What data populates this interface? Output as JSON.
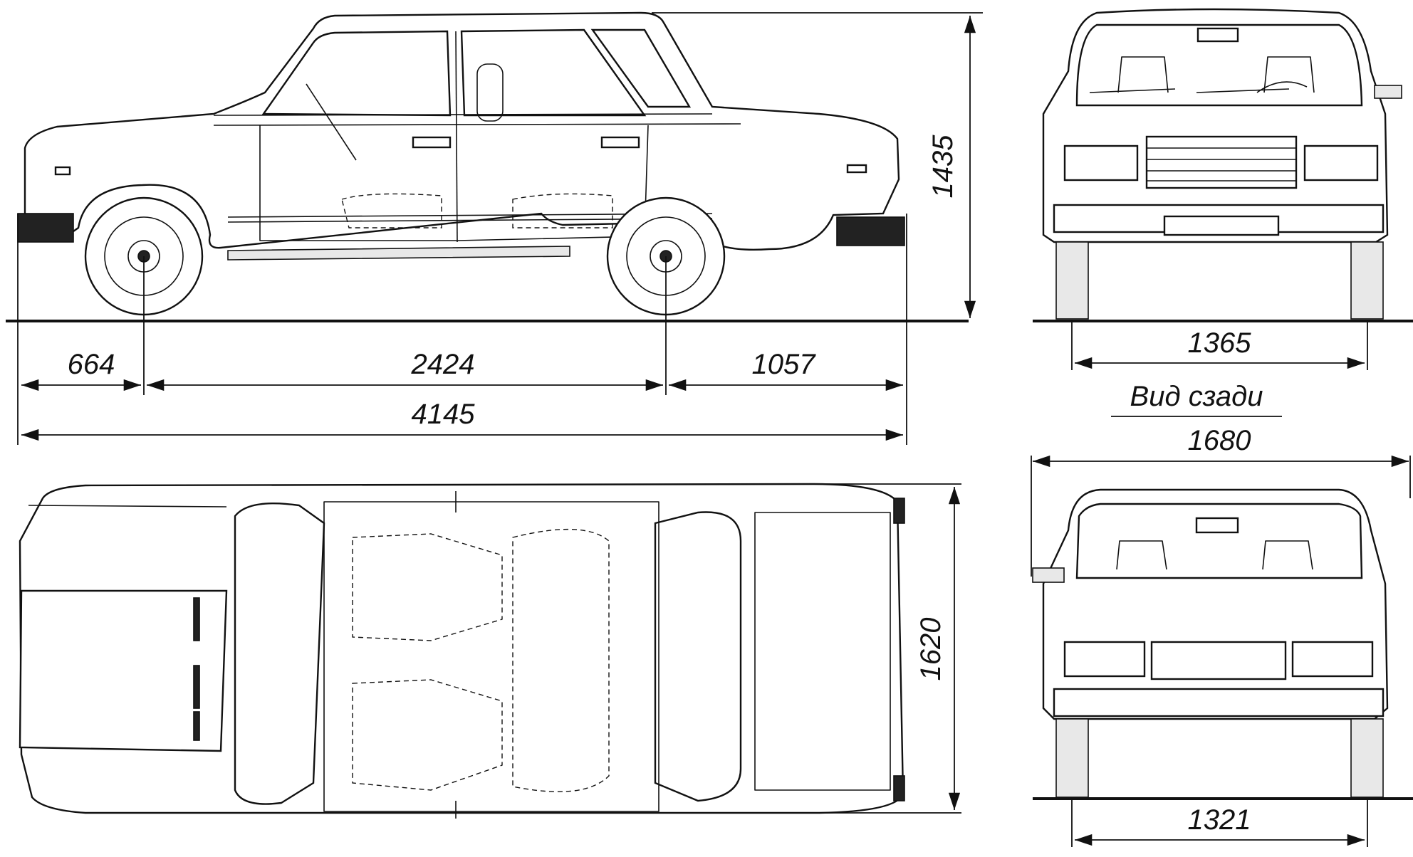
{
  "dimensions": {
    "front_overhang": "664",
    "wheelbase": "2424",
    "rear_overhang": "1057",
    "overall_length": "4145",
    "overall_height": "1435",
    "front_track": "1365",
    "overall_width": "1620",
    "mirror_width": "1680",
    "rear_track": "1321"
  },
  "labels": {
    "rear_view": "Вид сзади"
  }
}
